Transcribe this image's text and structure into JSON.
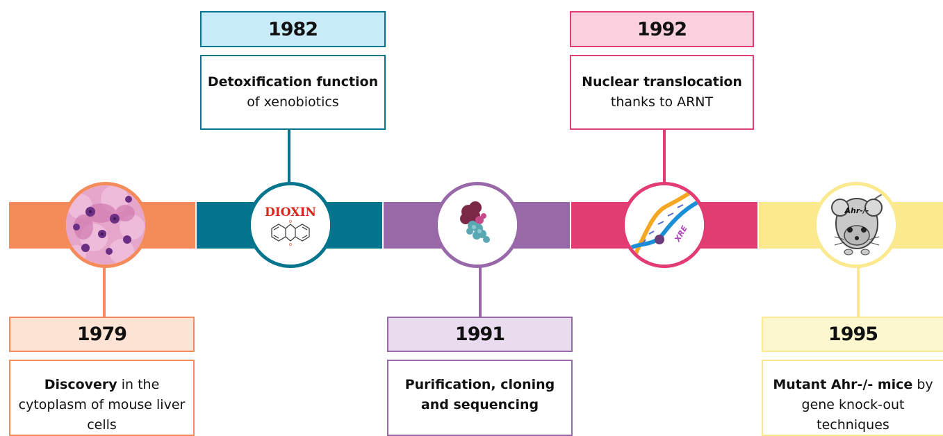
{
  "colors": {
    "orange": "#f58a5a",
    "teal": "#04758c",
    "purple": "#9868a8",
    "pink": "#e23c72",
    "yellow": "#fbe98e"
  },
  "events": [
    {
      "year": "1979",
      "bold": "Discovery",
      "rest": " in the cytoplasm of mouse liver cells",
      "icon": "liver-cells-micrograph-icon"
    },
    {
      "year": "1982",
      "bold": "Detoxification function",
      "rest": " of xenobiotics",
      "icon": "dioxin-molecule-icon"
    },
    {
      "year": "1991",
      "bold": "Purification,  cloning and sequencing",
      "rest": "",
      "icon": "protein-structure-icon"
    },
    {
      "year": "1992",
      "bold": "Nuclear translocation",
      "rest": " thanks to ARNT",
      "icon": "dna-xre-icon"
    },
    {
      "year": "1995",
      "bold": "Mutant Ahr-/- mice",
      "rest": " by gene knock-out techniques",
      "icon": "knockout-mouse-icon"
    }
  ],
  "icons": {
    "dioxin_label": "DIOXIN",
    "xre_label": "XRE",
    "mouse_label": "Ahr-/-"
  }
}
